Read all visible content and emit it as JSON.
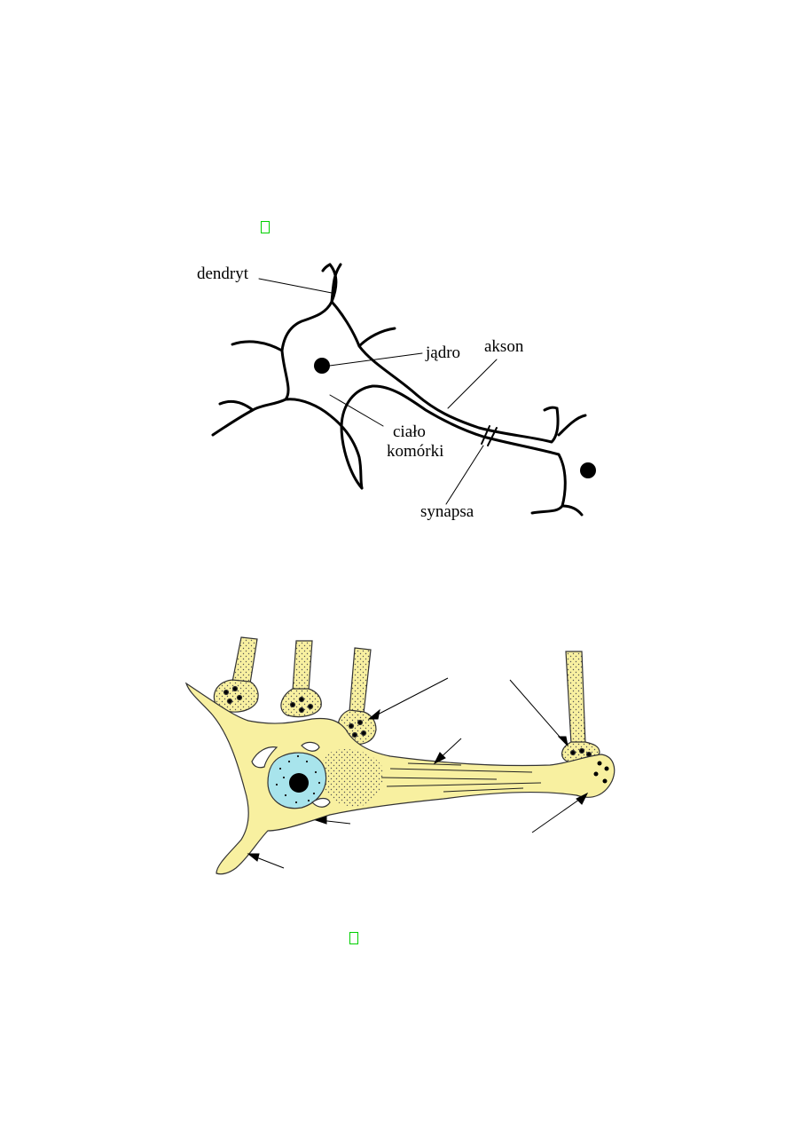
{
  "diagram_top": {
    "labels": {
      "dendrite": "dendryt",
      "nucleus": "jądro",
      "axon": "akson",
      "cell_body_line1": "ciało",
      "cell_body_line2": "komórki",
      "synapse": "synapsa"
    }
  },
  "colors": {
    "outline": "#000000",
    "cell_fill": "#f8f0a0",
    "nucleus_fill": "#a8e4ec",
    "nucleolus": "#000000",
    "marker": "#00d000"
  },
  "icons": {
    "top_marker": "missing-glyph-box",
    "bottom_marker": "missing-glyph-box"
  }
}
